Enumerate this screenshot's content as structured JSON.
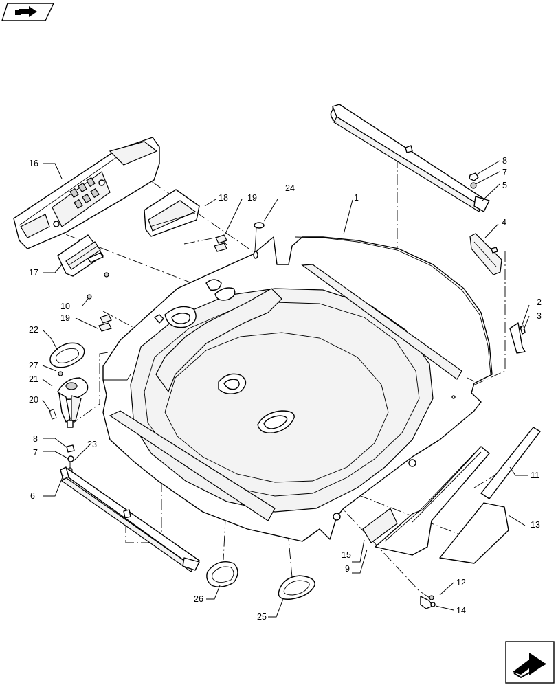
{
  "nav": {
    "prev_icon": "arrow-back-icon",
    "next_icon": "arrow-forward-icon"
  },
  "callouts": [
    {
      "id": "c1",
      "text": "1"
    },
    {
      "id": "c2",
      "text": "2"
    },
    {
      "id": "c3",
      "text": "3"
    },
    {
      "id": "c4",
      "text": "4"
    },
    {
      "id": "c5",
      "text": "5"
    },
    {
      "id": "c6",
      "text": "6"
    },
    {
      "id": "c7a",
      "text": "7"
    },
    {
      "id": "c7b",
      "text": "7"
    },
    {
      "id": "c8a",
      "text": "8"
    },
    {
      "id": "c8b",
      "text": "8"
    },
    {
      "id": "c9",
      "text": "9"
    },
    {
      "id": "c10",
      "text": "10"
    },
    {
      "id": "c11",
      "text": "11"
    },
    {
      "id": "c12",
      "text": "12"
    },
    {
      "id": "c13",
      "text": "13"
    },
    {
      "id": "c14",
      "text": "14"
    },
    {
      "id": "c15",
      "text": "15"
    },
    {
      "id": "c16",
      "text": "16"
    },
    {
      "id": "c17",
      "text": "17"
    },
    {
      "id": "c18",
      "text": "18"
    },
    {
      "id": "c19a",
      "text": "19"
    },
    {
      "id": "c19b",
      "text": "19"
    },
    {
      "id": "c20",
      "text": "20"
    },
    {
      "id": "c21",
      "text": "21"
    },
    {
      "id": "c22",
      "text": "22"
    },
    {
      "id": "c23",
      "text": "23"
    },
    {
      "id": "c24",
      "text": "24"
    },
    {
      "id": "c25",
      "text": "25"
    },
    {
      "id": "c26",
      "text": "26"
    },
    {
      "id": "c27",
      "text": "27"
    }
  ]
}
